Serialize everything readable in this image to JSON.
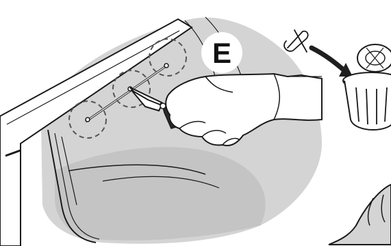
{
  "step": {
    "label": "E"
  },
  "colors": {
    "outline": "#1a1a1a",
    "door_panel": "#ffffff",
    "gasket_gray": "#d4d4d4",
    "gasket_shadow": "#bdbdbd",
    "hand_fill": "#ffffff",
    "pliers_grip": "#2a2a2a",
    "arrow": "#1f1f1f",
    "highlight_circle": "#555555"
  },
  "icons": {
    "badge": "step-letter-badge",
    "tool": "side-cutter-pliers-icon",
    "removed_part": "wire-clip-icon",
    "bin": "filter-basket-icon",
    "arrow": "curved-arrow-icon"
  },
  "callouts": {
    "count": 3,
    "description": ""
  }
}
